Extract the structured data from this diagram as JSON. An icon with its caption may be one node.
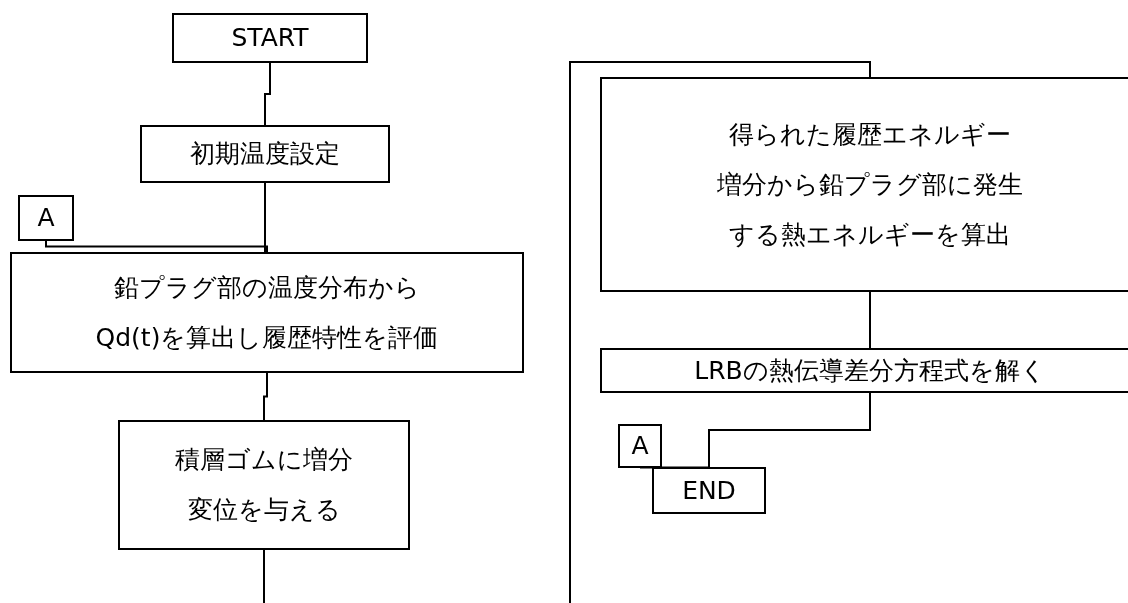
{
  "diagram": {
    "nodes": [
      {
        "text": [
          "START"
        ]
      },
      {
        "text": [
          "初期温度設定"
        ]
      },
      {
        "text": [
          "A"
        ]
      },
      {
        "text": [
          "鉛プラグ部の温度分布からQd(t)を算出し履歴特性を評価"
        ]
      },
      {
        "text": [
          "積層ゴムに増分変位を与える"
        ]
      },
      {
        "text": [
          "得られた履歴エネルギー増分から鉛プラグ部に発生する熱エネルギーを算出"
        ]
      },
      {
        "text": [
          "LRBの熱伝導差分方程式を解く"
        ]
      },
      {
        "text": [
          "A"
        ]
      },
      {
        "text": [
          "END"
        ]
      }
    ],
    "edges": [
      {
        "from": 0,
        "to": 1,
        "arrow": "none"
      },
      {
        "from": 1,
        "to": 3,
        "arrow": "none"
      },
      {
        "from": 2,
        "to": 3,
        "arrow": "none"
      },
      {
        "from": 3,
        "to": 4,
        "arrow": "none"
      },
      {
        "from": 4,
        "to": 5,
        "arrow": "none"
      },
      {
        "from": 5,
        "to": 6,
        "arrow": "none"
      },
      {
        "from": 6,
        "to": 8,
        "arrow": "none"
      },
      {
        "from": 7,
        "to": 8,
        "arrow": "none"
      }
    ]
  }
}
